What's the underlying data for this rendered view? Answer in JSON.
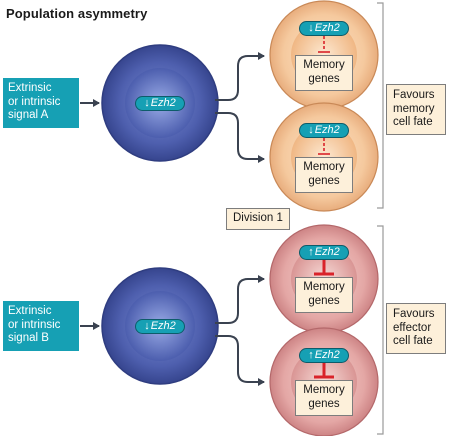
{
  "title": "Population asymmetry",
  "signal_a": [
    "Extrinsic",
    "or intrinsic",
    "signal A"
  ],
  "signal_b": [
    "Extrinsic",
    "or intrinsic",
    "signal B"
  ],
  "gene": "Ezh2",
  "down_arrow": "↓",
  "up_arrow": "↑",
  "memory_genes": [
    "Memory",
    "genes"
  ],
  "division_label": "Division 1",
  "memory_fate": [
    "Favours",
    "memory",
    "cell fate"
  ],
  "effector_fate": [
    "Favours",
    "effector",
    "cell fate"
  ],
  "colors": {
    "signal_teal": "#16a0b4",
    "parent_cell_blue": "#4a5ba8",
    "memory_cell_peach": "#f6c9a0",
    "effector_cell_red": "#e0a1a1",
    "inhibition_red": "#d9232a",
    "label_tan": "#fdf0da"
  }
}
